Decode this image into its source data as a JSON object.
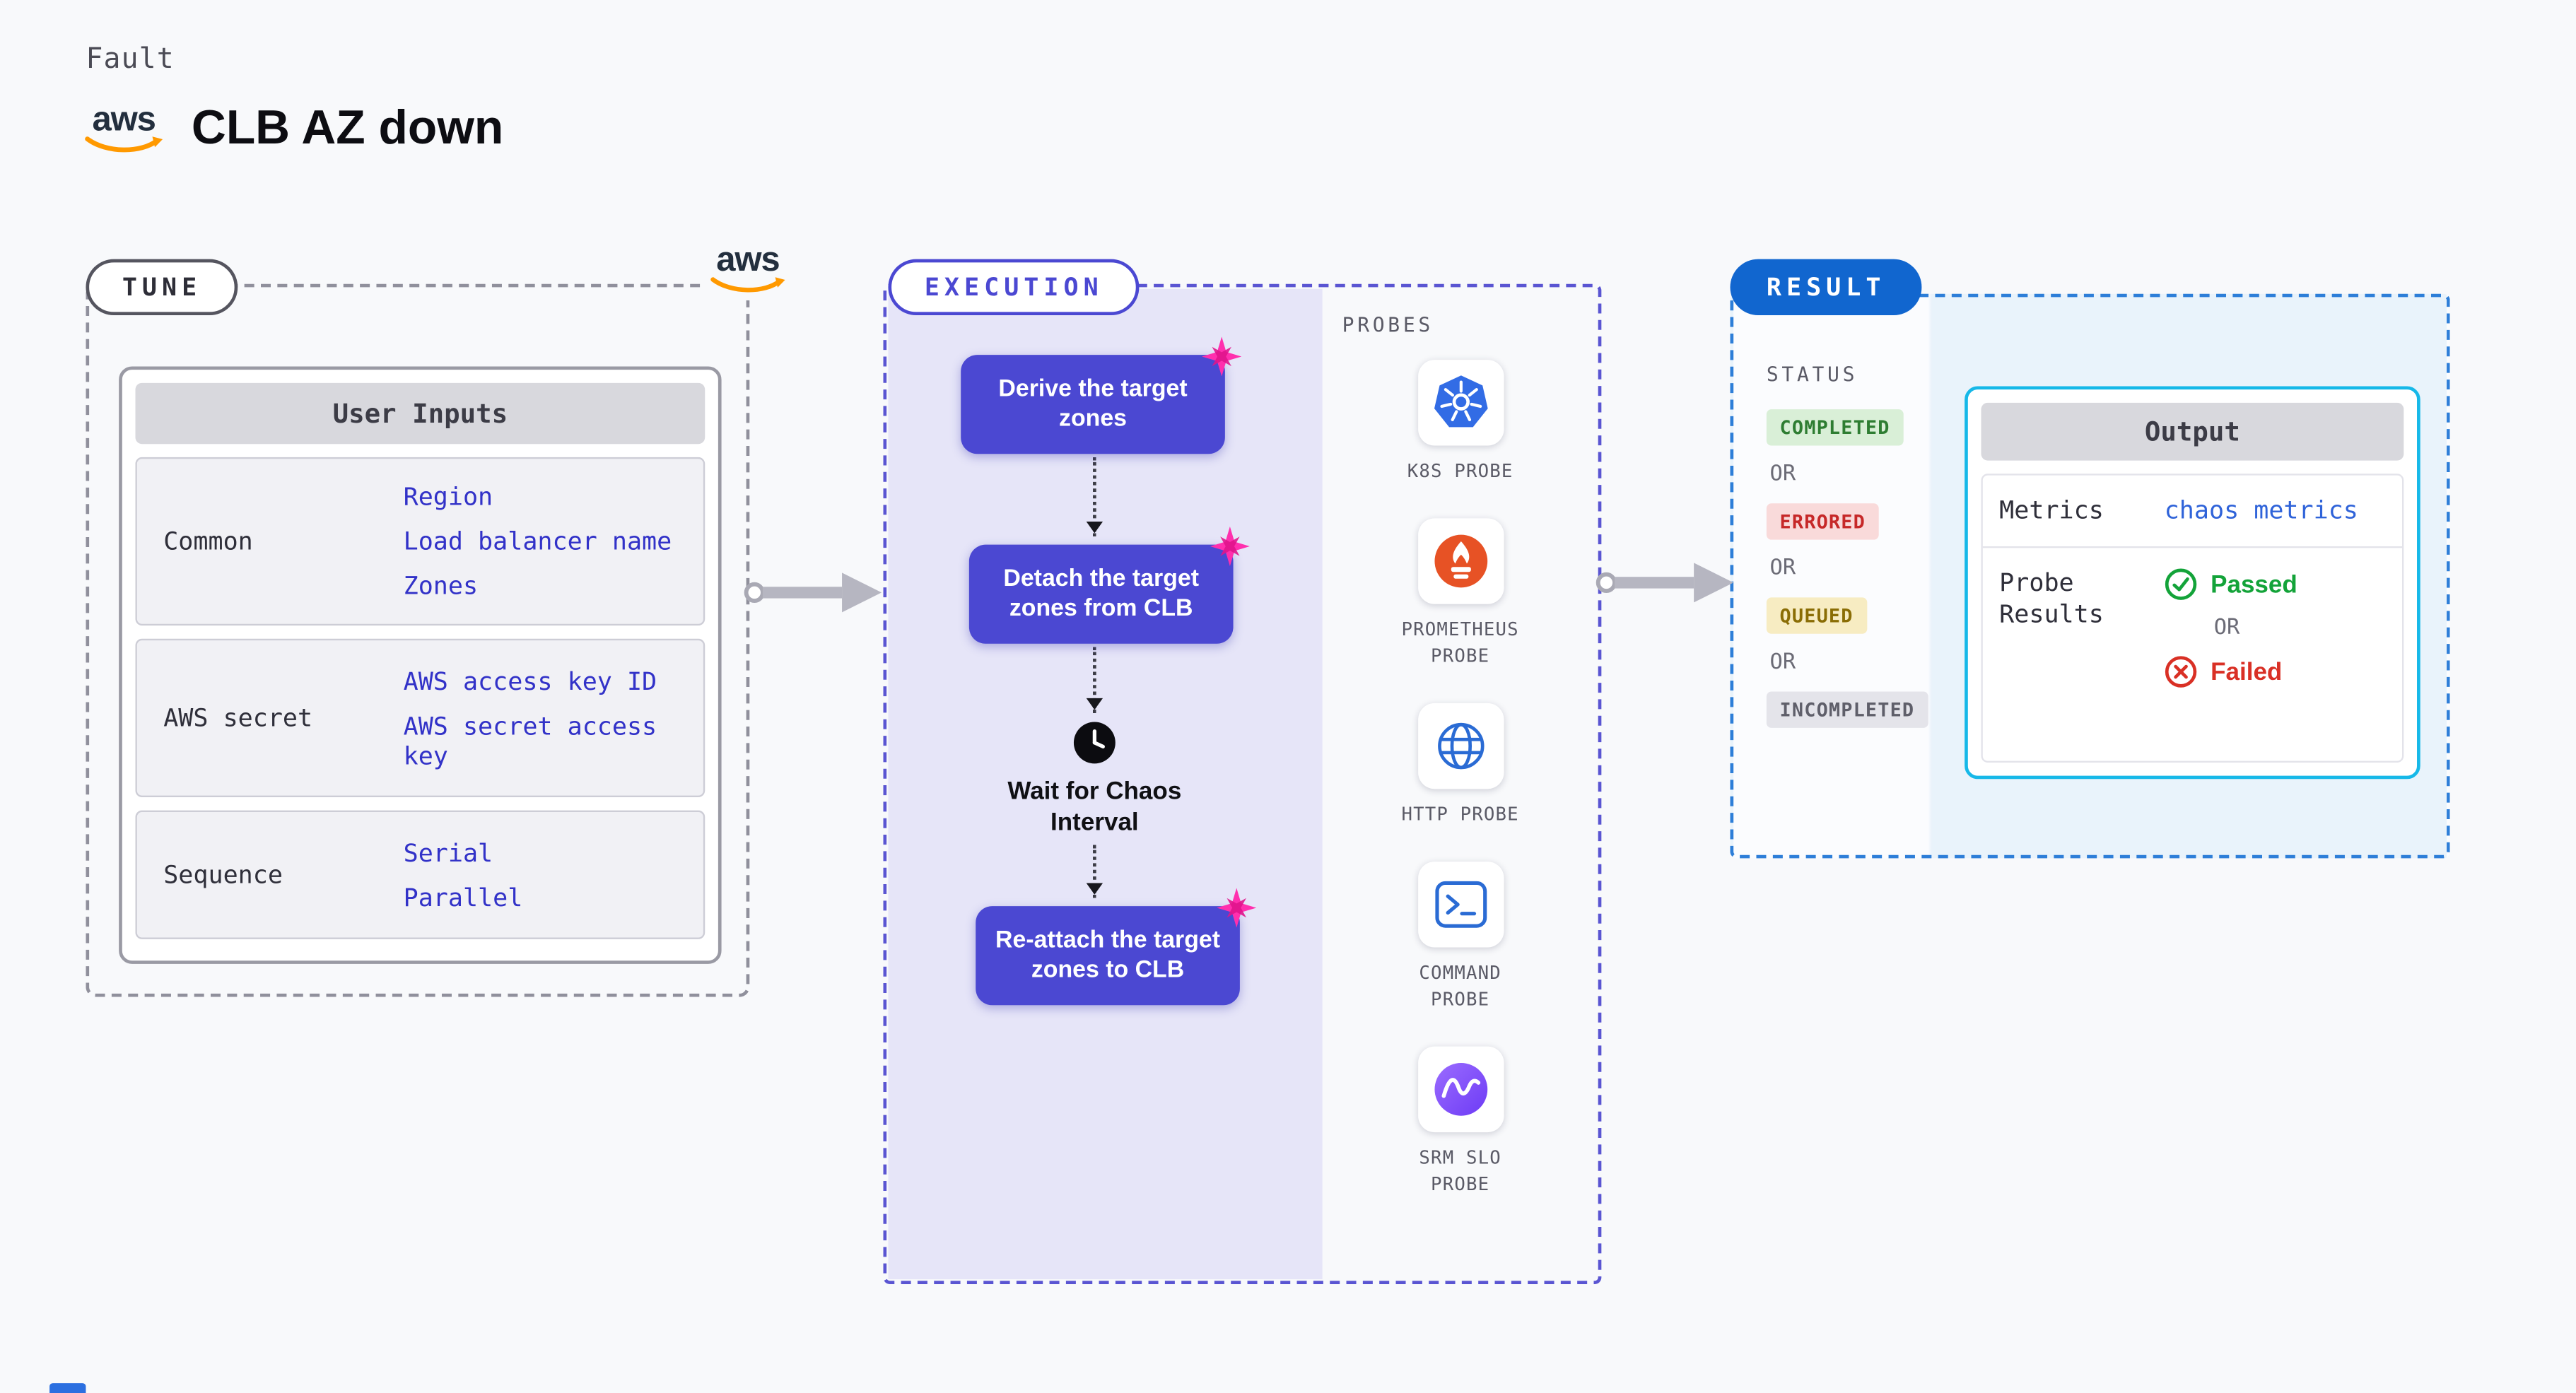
{
  "page": {
    "kicker": "Fault",
    "title": "CLB AZ down",
    "brand": "aws"
  },
  "colors": {
    "accent_indigo": "#4b48d2",
    "result_blue": "#1166cf",
    "output_cyan": "#16b8e8",
    "link_indigo": "#3232c8",
    "link_blue": "#2f63d9",
    "passed_green": "#13a339",
    "failed_red": "#d93025",
    "lavender_panel": "#e6e5f8"
  },
  "tune": {
    "label": "TUNE",
    "table": {
      "header": "User Inputs",
      "rows": [
        {
          "label": "Common",
          "values": [
            "Region",
            "Load balancer name",
            "Zones"
          ]
        },
        {
          "label": "AWS secret",
          "values": [
            "AWS access key ID",
            "AWS secret access key"
          ]
        },
        {
          "label": "Sequence",
          "values": [
            "Serial",
            "Parallel"
          ]
        }
      ]
    }
  },
  "execution": {
    "label": "EXECUTION",
    "steps": {
      "derive": "Derive the target zones",
      "detach": "Detach the target zones from CLB",
      "wait": "Wait for Chaos Interval",
      "reattach": "Re-attach the target zones to CLB"
    },
    "probes": {
      "label": "PROBES",
      "items": [
        "K8S PROBE",
        "PROMETHEUS PROBE",
        "HTTP PROBE",
        "COMMAND PROBE",
        "SRM SLO PROBE"
      ]
    }
  },
  "result": {
    "label": "RESULT",
    "status": {
      "label": "STATUS",
      "separator": "OR",
      "badges": [
        {
          "label": "COMPLETED",
          "bg": "#d9efd7",
          "fg": "#2e7d32"
        },
        {
          "label": "ERRORED",
          "bg": "#f9dada",
          "fg": "#c62828"
        },
        {
          "label": "QUEUED",
          "bg": "#f7ecc2",
          "fg": "#8a6d05"
        },
        {
          "label": "INCOMPLETED",
          "bg": "#e4e4ea",
          "fg": "#5f5f6a"
        }
      ]
    },
    "output": {
      "header": "Output",
      "metrics_label": "Metrics",
      "metrics_value": "chaos metrics",
      "probe_results_label": "Probe Results",
      "passed": "Passed",
      "separator": "OR",
      "failed": "Failed"
    }
  }
}
